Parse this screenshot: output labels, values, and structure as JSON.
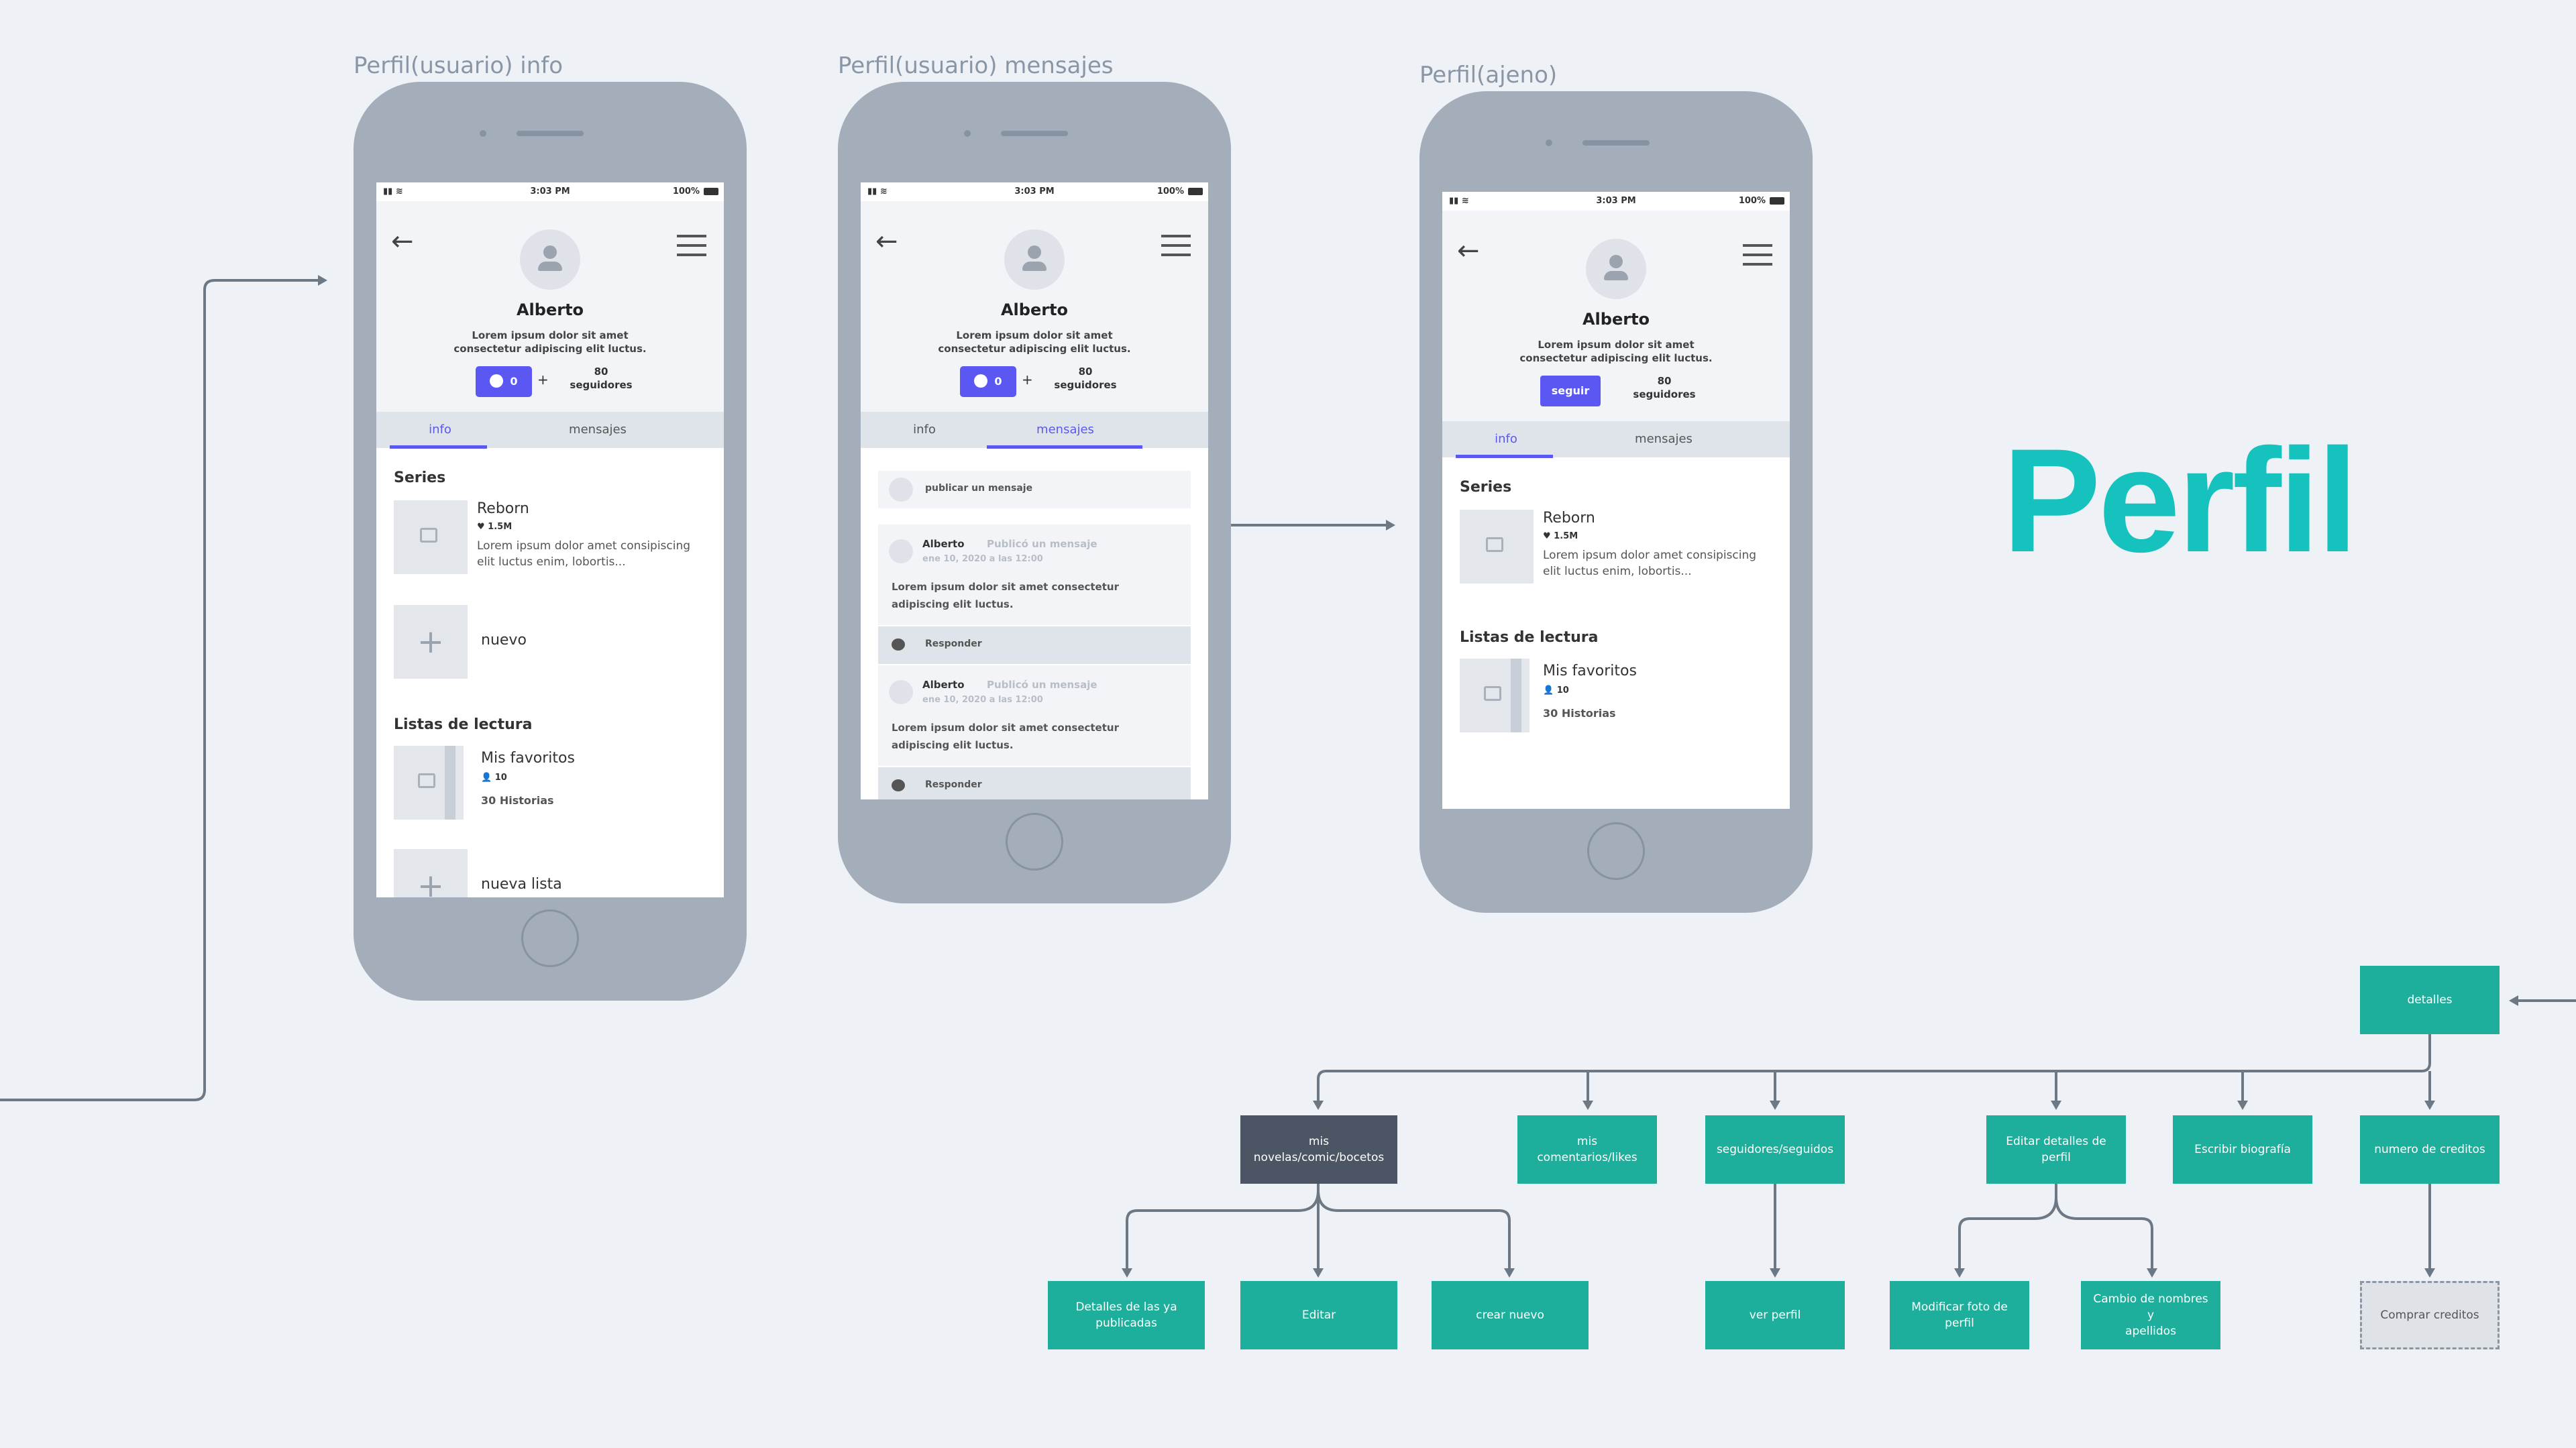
{
  "frames": [
    {
      "title": "Perfil(usuario) info"
    },
    {
      "title": "Perfil(usuario) mensajes"
    },
    {
      "title": "Perfil(ajeno)"
    }
  ],
  "status": {
    "time": "3:03 PM",
    "battery": "100%"
  },
  "profile": {
    "name": "Alberto",
    "bio_line1": "Lorem ipsum dolor sit amet",
    "bio_line2": "consectetur adipiscing elit luctus.",
    "credits": "0",
    "plus": "+",
    "followers_count": "80",
    "followers_label": "seguidores",
    "follow_button": "seguir"
  },
  "tabs": {
    "info": "info",
    "messages": "mensajes"
  },
  "info": {
    "series_heading": "Series",
    "series_title": "Reborn",
    "series_likes": "♥ 1.5M",
    "series_desc_line1": "Lorem ipsum dolor amet consipiscing",
    "series_desc_line2": "elit luctus enim, lobortis...",
    "new_series": "nuevo",
    "lists_heading": "Listas de lectura",
    "list_title": "Mis favoritos",
    "list_followers": "10",
    "list_count": "30 Historias",
    "new_list": "nueva lista"
  },
  "messages": {
    "publish_placeholder": "publicar un mensaje",
    "post_author": "Alberto",
    "post_action": "Publicó un mensaje",
    "post_date": "ene 10, 2020 a las 12:00",
    "post_body_line1": "Lorem ipsum dolor sit amet consectetur",
    "post_body_line2": "adipiscing elit luctus.",
    "reply": "Responder"
  },
  "brand_title": "Perfil",
  "flow": {
    "detalles": "detalles",
    "mis_novelas_1": "mis",
    "mis_novelas_2": "novelas/comic/bocetos",
    "mis_comentarios_1": "mis",
    "mis_comentarios_2": "comentarios/likes",
    "seguidores": "seguidores/seguidos",
    "editar_detalles_1": "Editar detalles de",
    "editar_detalles_2": "perfil",
    "escribir_biografia": "Escribir biografía",
    "numero_creditos": "numero de creditos",
    "detalles_publicadas_1": "Detalles de las ya",
    "detalles_publicadas_2": "publicadas",
    "editar": "Editar",
    "crear_nuevo": "crear nuevo",
    "ver_perfil": "ver perfil",
    "modificar_foto_1": "Modificar foto de",
    "modificar_foto_2": "perfil",
    "cambio_nombres_1": "Cambio de nombres y",
    "cambio_nombres_2": "apellidos",
    "comprar_creditos": "Comprar creditos"
  },
  "colors": {
    "accent": "#5b57f2",
    "teal": "#1daf9c",
    "brand": "#16c2bd",
    "dark_node": "#4b5563"
  }
}
